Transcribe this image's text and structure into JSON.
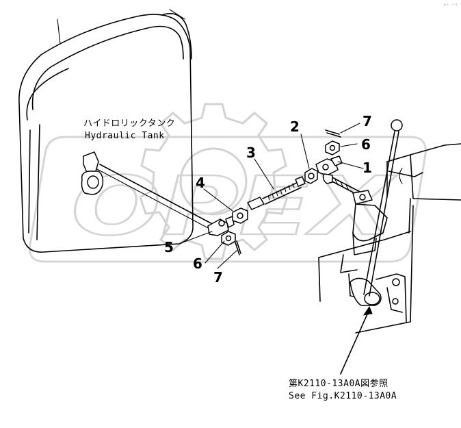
{
  "tank_label": {
    "japanese": "ハイドロリックタンク",
    "english": "Hydraulic Tank"
  },
  "callouts": [
    {
      "id": "c1",
      "text": "1"
    },
    {
      "id": "c2",
      "text": "2"
    },
    {
      "id": "c3",
      "text": "3"
    },
    {
      "id": "c4",
      "text": "4"
    },
    {
      "id": "c5",
      "text": "5"
    },
    {
      "id": "c6a",
      "text": "6"
    },
    {
      "id": "c6b",
      "text": "6"
    },
    {
      "id": "c7a",
      "text": "7"
    },
    {
      "id": "c7b",
      "text": "7"
    }
  ],
  "reference": {
    "japanese": "第K2110-13A0A図参照",
    "english": "See Fig.K2110-13A0A"
  },
  "watermark": {
    "text": "OPEX"
  },
  "corner_mark": "ᵍᵒ ⁿᵒ"
}
